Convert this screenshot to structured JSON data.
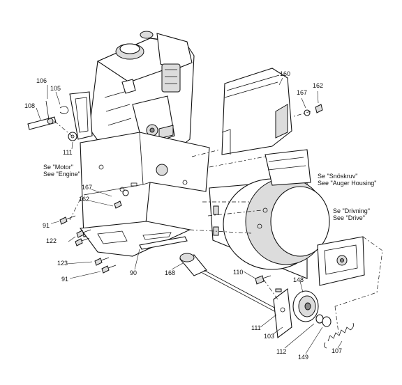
{
  "callouts": {
    "p160": "160",
    "p162a": "162",
    "p167a": "167",
    "p106": "106",
    "p105": "105",
    "p108": "108",
    "p111a": "111",
    "p167b": "167",
    "p162b": "162",
    "p91a": "91",
    "p122": "122",
    "p123": "123",
    "p91b": "91",
    "p90": "90",
    "p168": "168",
    "p110": "110",
    "p148": "148",
    "p111b": "111",
    "p103": "103",
    "p112": "112",
    "p149": "149",
    "p107": "107"
  },
  "notes": {
    "motor": [
      "Se \"Motor\"",
      "See \"Engine\""
    ],
    "auger": [
      "Se \"Snöskruv\"",
      "See \"Auger Housing\""
    ],
    "drive": [
      "Se \"Drivning\"",
      "See \"Drive\""
    ]
  }
}
